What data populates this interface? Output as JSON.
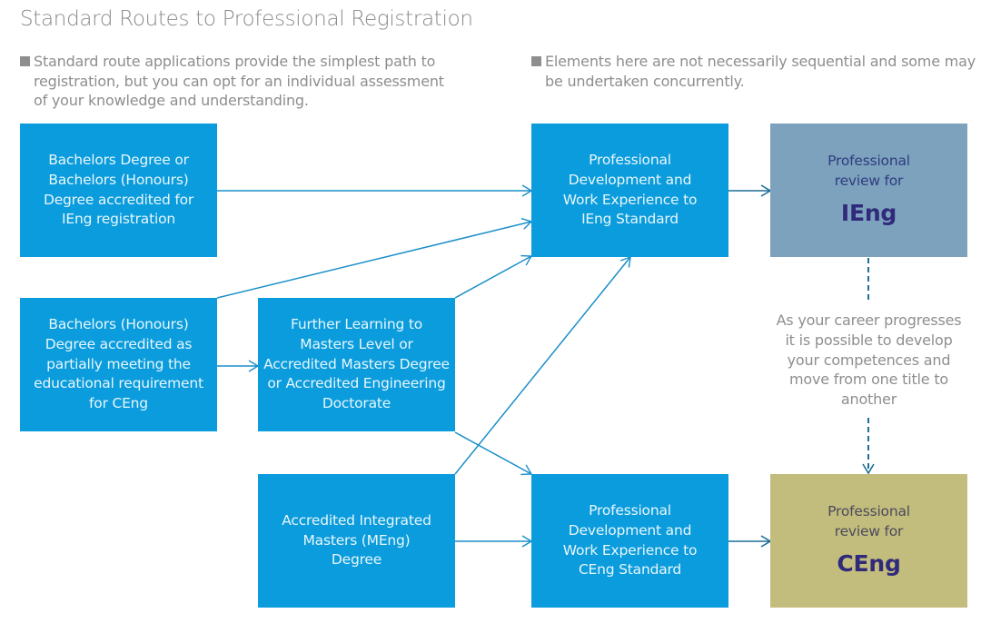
{
  "title": "Standard Routes to Professional Registration",
  "notes": {
    "left": "Standard route applications provide the simplest path to registration, but you can opt for an individual assessment of your knowledge and understanding.",
    "right": "Elements here are not necessarily sequential and some may be undertaken concurrently."
  },
  "boxes": {
    "bachelors_ieng": "Bachelors Degree or Bachelors (Honours) Degree accredited for IEng registration",
    "bachelors_partial_ceng": "Bachelors (Honours) Degree accredited as partially meeting the educational requirement for CEng",
    "further_learning": "Further Learning to Masters Level or Accredited Masters Degree or Accredited Engineering Doctorate",
    "integrated_masters": "Accredited Integrated Masters (MEng) Degree",
    "pd_ieng": "Professional Development and Work Experience to IEng Standard",
    "pd_ceng": "Professional Development and Work Experience to CEng Standard",
    "review_ieng": {
      "label": "Professional review for",
      "title": "IEng"
    },
    "review_ceng": {
      "label": "Professional review for",
      "title": "CEng"
    }
  },
  "career_note": "As your career progresses it is possible to develop your competences and move from one title to another",
  "colors": {
    "box_blue": "#0a9cdc",
    "ieng_review": "#7ca2bd",
    "ceng_review": "#c3bd7d",
    "arrow": "#1a8fc9",
    "dashed_arrow": "#1f6e96",
    "title_text": "#302a7a"
  },
  "connections": [
    {
      "from": "bachelors_ieng",
      "to": "pd_ieng",
      "style": "solid"
    },
    {
      "from": "bachelors_partial_ceng",
      "to": "pd_ieng",
      "style": "solid"
    },
    {
      "from": "bachelors_partial_ceng",
      "to": "further_learning",
      "style": "solid"
    },
    {
      "from": "further_learning",
      "to": "pd_ieng",
      "style": "solid"
    },
    {
      "from": "further_learning",
      "to": "pd_ceng",
      "style": "solid"
    },
    {
      "from": "integrated_masters",
      "to": "pd_ieng",
      "style": "solid"
    },
    {
      "from": "integrated_masters",
      "to": "pd_ceng",
      "style": "solid"
    },
    {
      "from": "pd_ieng",
      "to": "review_ieng",
      "style": "solid"
    },
    {
      "from": "pd_ceng",
      "to": "review_ceng",
      "style": "solid"
    },
    {
      "from": "review_ieng",
      "to": "review_ceng",
      "style": "dashed"
    }
  ]
}
